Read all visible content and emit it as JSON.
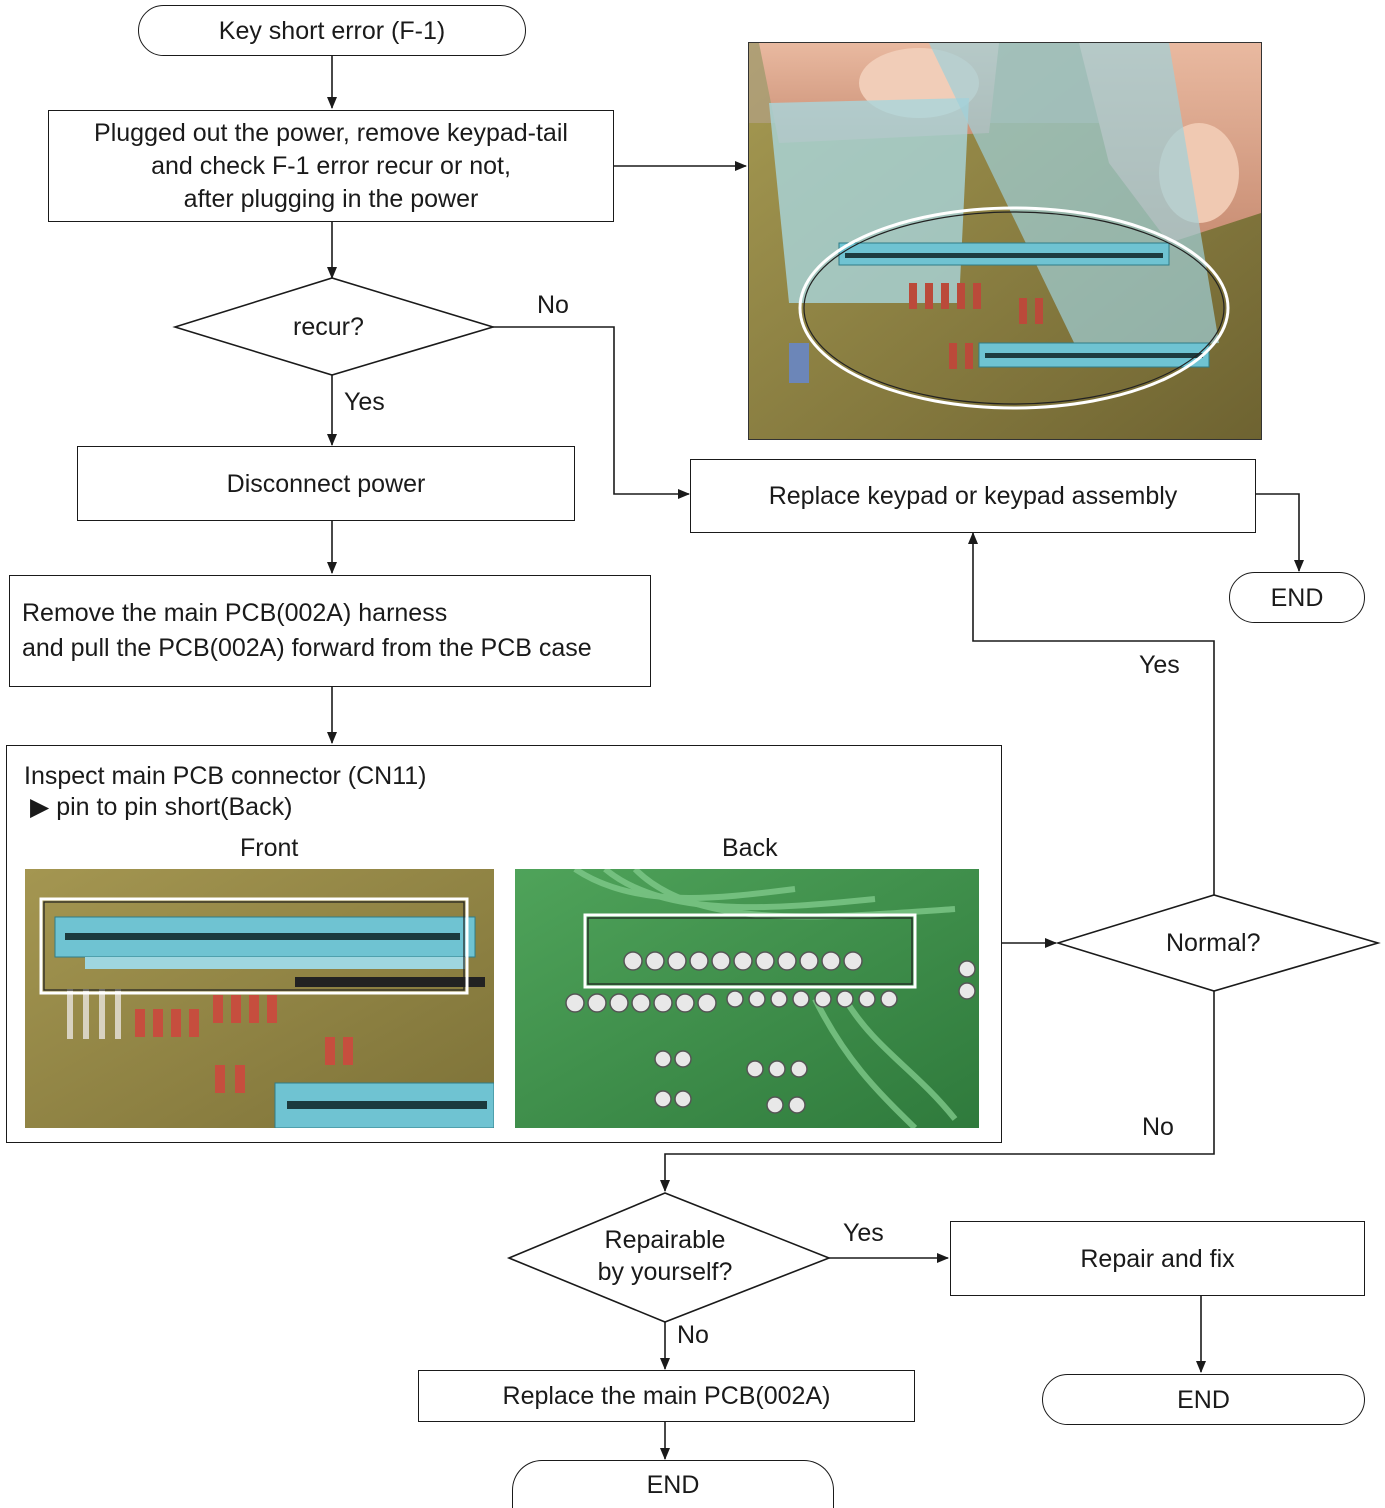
{
  "start": "Key short error (F-1)",
  "step1": "Plugged out  the power, remove keypad-tail\nand check F-1 error recur or not,\nafter plugging in the power",
  "decision_recur": {
    "label": "recur?",
    "yes": "Yes",
    "no": "No"
  },
  "disconnect": "Disconnect power",
  "remove_harness": "Remove the main PCB(002A) harness\nand pull the PCB(002A) forward from the PCB case",
  "inspect": {
    "title": "Inspect main PCB connector (CN11)",
    "bullet": "pin to pin short(Back)",
    "front_label": "Front",
    "back_label": "Back"
  },
  "decision_normal": {
    "label": "Normal?",
    "yes": "Yes",
    "no": "No"
  },
  "replace_keypad": "Replace keypad or keypad assembly",
  "end_keypad": "END",
  "decision_repairable": {
    "label": "Repairable\nby yourself?",
    "yes": "Yes",
    "no": "No"
  },
  "repair_fix": "Repair and fix",
  "end_repair": "END",
  "replace_pcb": "Replace  the main PCB(002A)",
  "end_pcb": "END",
  "colors": {
    "pcb_board": "#8a7a3a",
    "keypad_connector": "#6fc3d2",
    "pcb_green": "#3f8f4a",
    "line": "#1a1a1a"
  }
}
